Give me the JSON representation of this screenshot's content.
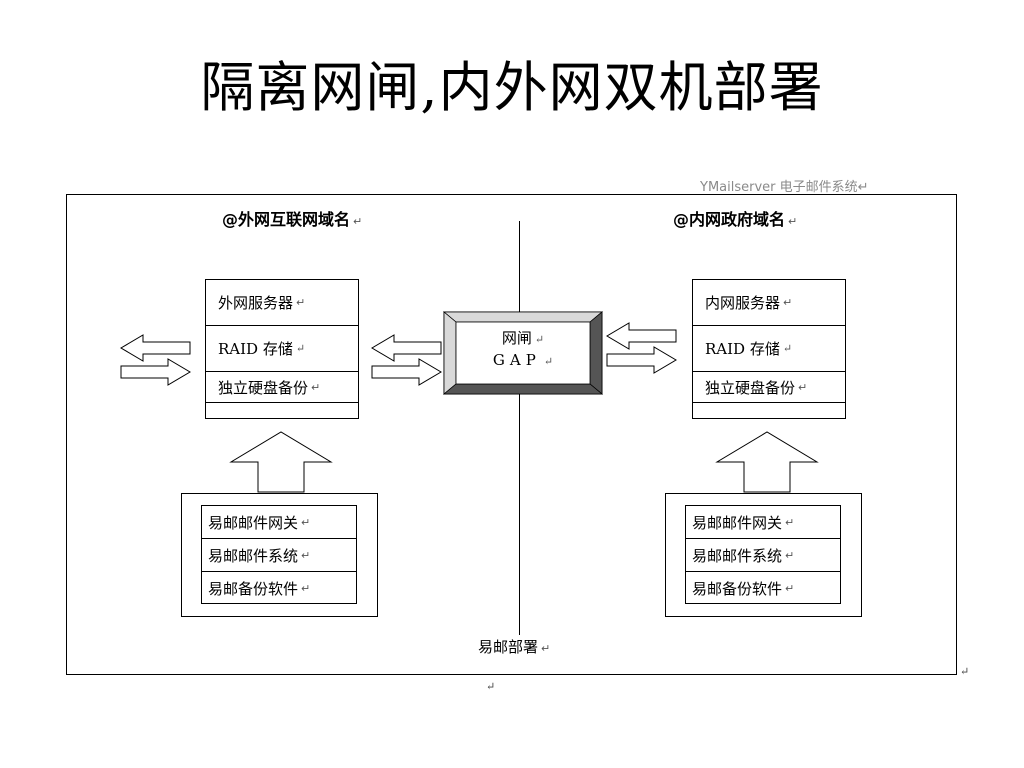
{
  "slide": {
    "title": "隔离网闸,内外网双机部署"
  },
  "diagram": {
    "caption": "YMailserver  电子邮件系统↵",
    "left": {
      "heading": "@外网互联网域名",
      "server_rows": [
        "外网服务器",
        "RAID 存储",
        "独立硬盘备份"
      ],
      "software_rows": [
        "易邮邮件网关",
        "易邮邮件系统",
        "易邮备份软件"
      ]
    },
    "right": {
      "heading": "@内网政府域名",
      "server_rows": [
        "内网服务器",
        "RAID 存储",
        "独立硬盘备份"
      ],
      "software_rows": [
        "易邮邮件网关",
        "易邮邮件系统",
        "易邮备份软件"
      ]
    },
    "gap": {
      "line1": "网闸",
      "line2": "GAP"
    },
    "footer": "易邮部署",
    "paragraph_mark": "↵",
    "colors": {
      "gap_bevel_dark": "#555555",
      "gap_bevel_light": "#d9d9d9",
      "caption": "#8a8a8a"
    }
  }
}
